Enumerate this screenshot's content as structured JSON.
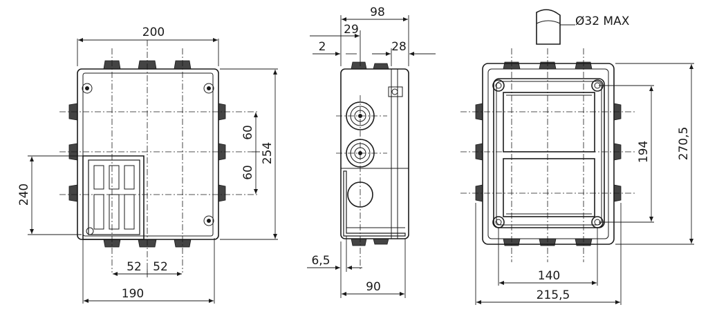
{
  "front_view": {
    "width_outer": "200",
    "width_inner": "190",
    "height_outer": "254",
    "height_inner": "240",
    "spacing_upper": "60",
    "spacing_lower": "60",
    "gland_left": "52",
    "gland_right": "52"
  },
  "side_view": {
    "depth_total": "98",
    "depth_lid": "29",
    "offset_small": "2",
    "depth_rear": "28",
    "depth_base": "90",
    "wall": "6,5"
  },
  "cable": {
    "label": "Ø32 MAX"
  },
  "rear_view": {
    "width_outer": "215,5",
    "width_mount": "140",
    "height_outer": "270,5",
    "height_mount": "194"
  }
}
